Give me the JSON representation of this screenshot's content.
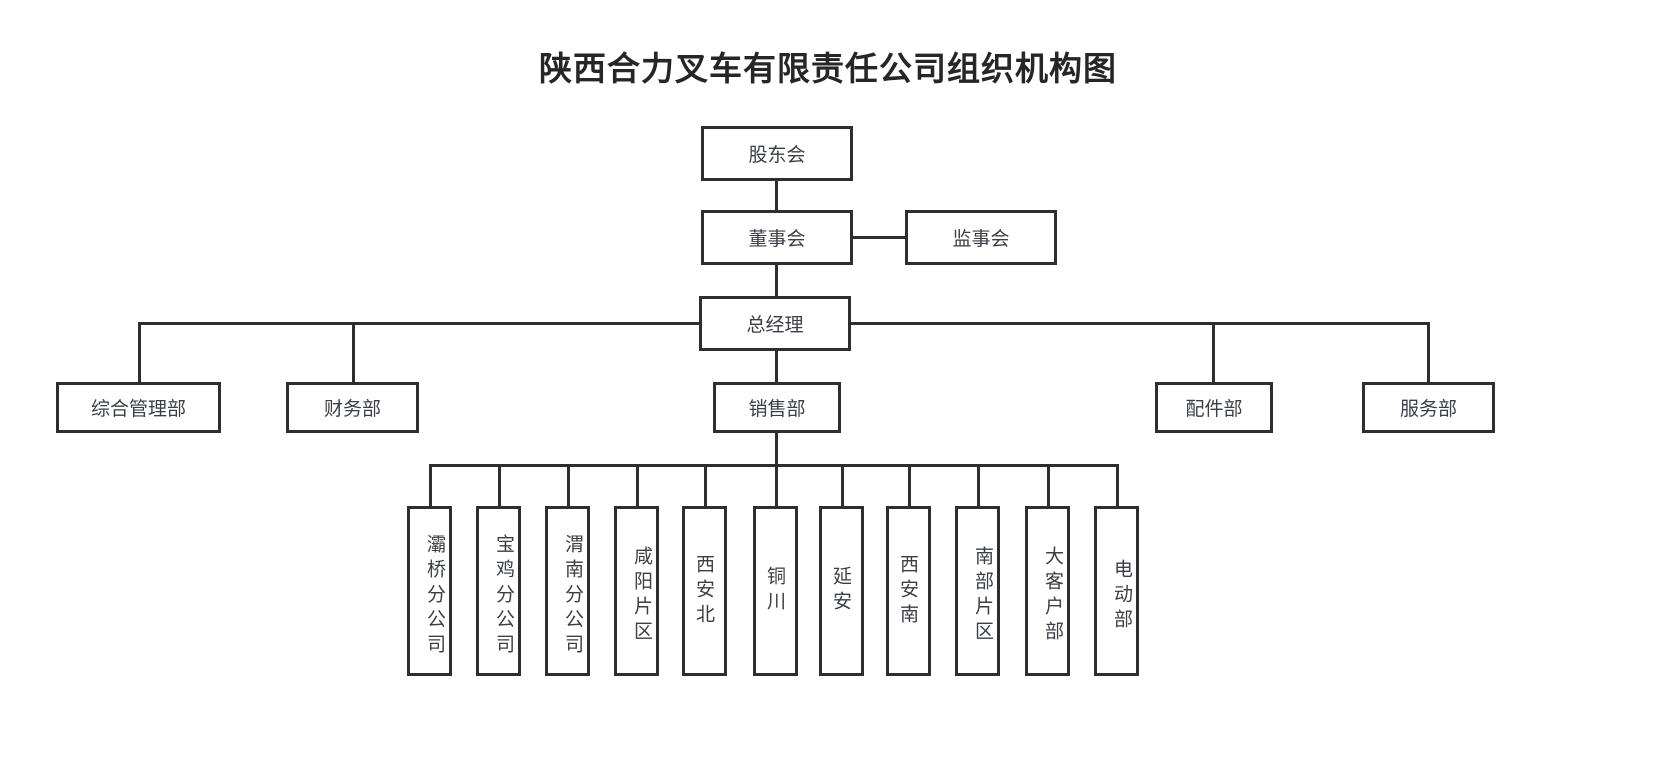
{
  "chart": {
    "title": "陕西合力叉车有限责任公司组织机构图",
    "type": "org-chart",
    "levels": [
      {
        "level": 1,
        "nodes": [
          {
            "id": "shareholders",
            "label": "股东会",
            "orientation": "horizontal"
          }
        ]
      },
      {
        "level": 2,
        "nodes": [
          {
            "id": "board",
            "label": "董事会",
            "orientation": "horizontal"
          },
          {
            "id": "supervisors",
            "label": "监事会",
            "orientation": "horizontal"
          }
        ]
      },
      {
        "level": 3,
        "nodes": [
          {
            "id": "gm",
            "label": "总经理",
            "orientation": "horizontal"
          }
        ]
      },
      {
        "level": 4,
        "nodes": [
          {
            "id": "dept-admin",
            "label": "综合管理部",
            "orientation": "horizontal"
          },
          {
            "id": "dept-finance",
            "label": "财务部",
            "orientation": "horizontal"
          },
          {
            "id": "dept-sales",
            "label": "销售部",
            "orientation": "horizontal"
          },
          {
            "id": "dept-parts",
            "label": "配件部",
            "orientation": "horizontal"
          },
          {
            "id": "dept-service",
            "label": "服务部",
            "orientation": "horizontal"
          }
        ]
      },
      {
        "level": 5,
        "parent": "dept-sales",
        "nodes": [
          {
            "id": "unit-baqiao",
            "label": "灞桥分公司",
            "orientation": "vertical"
          },
          {
            "id": "unit-baoji",
            "label": "宝鸡分公司",
            "orientation": "vertical"
          },
          {
            "id": "unit-weinan",
            "label": "渭南分公司",
            "orientation": "vertical"
          },
          {
            "id": "unit-xianyang",
            "label": "咸阳片区",
            "orientation": "vertical"
          },
          {
            "id": "unit-xian-north",
            "label": "西安北",
            "orientation": "vertical"
          },
          {
            "id": "unit-tongchuan",
            "label": "铜川",
            "orientation": "vertical"
          },
          {
            "id": "unit-yanan",
            "label": "延安",
            "orientation": "vertical"
          },
          {
            "id": "unit-xian-south",
            "label": "西安南",
            "orientation": "vertical"
          },
          {
            "id": "unit-south-area",
            "label": "南部片区",
            "orientation": "vertical"
          },
          {
            "id": "unit-key-acct",
            "label": "大客户部",
            "orientation": "vertical"
          },
          {
            "id": "unit-electric",
            "label": "电动部",
            "orientation": "vertical"
          }
        ]
      }
    ],
    "colors": {
      "border": "#2e2e2e",
      "text": "#3a3f46",
      "title": "#262626",
      "background": "#ffffff"
    }
  }
}
